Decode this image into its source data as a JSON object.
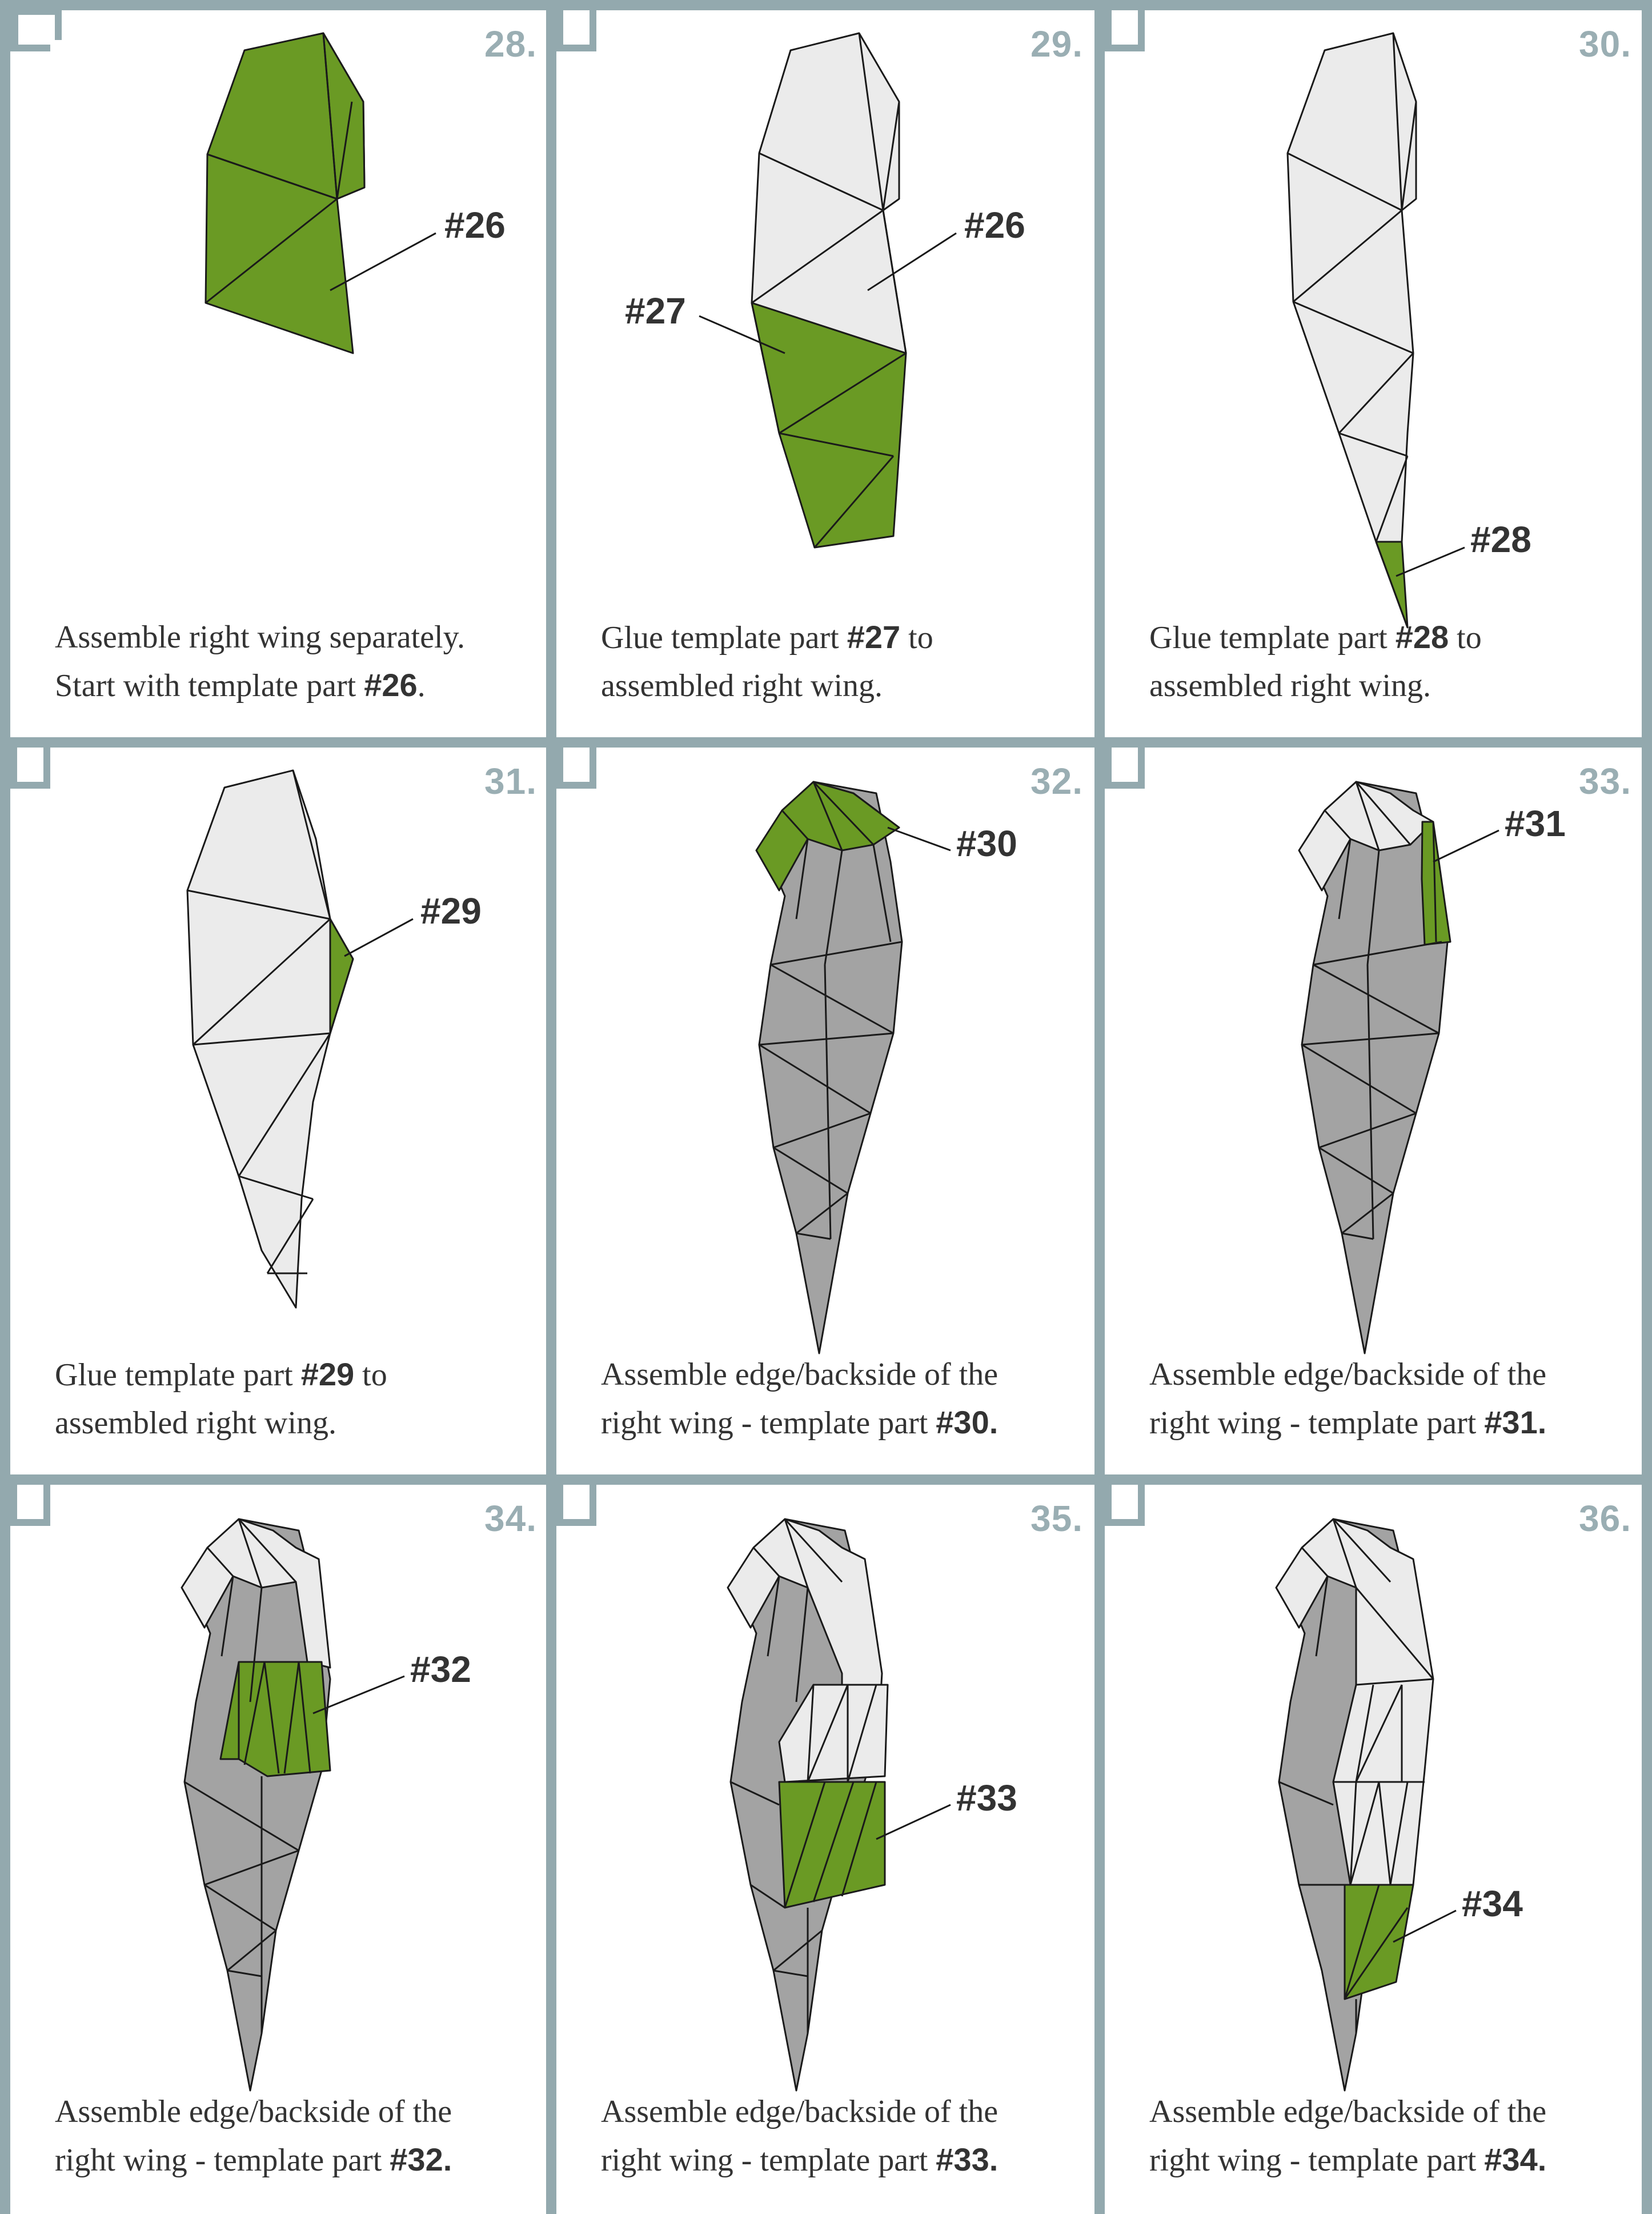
{
  "colors": {
    "frame": "#93a9ae",
    "green": "#6a9a24",
    "light_part": "#ebebeb",
    "dark_part": "#a3a3a3",
    "text": "#333333"
  },
  "steps": [
    {
      "number": "28.",
      "line1": "Assemble right wing separately.",
      "line2_pre": "Start with template part ",
      "line2_bold": "#26",
      "line2_post": ".",
      "callouts": [
        "#26"
      ]
    },
    {
      "number": "29.",
      "line1_pre": "Glue template part ",
      "line1_bold": "#27",
      "line1_post": " to",
      "line2": "assembled right wing.",
      "callouts": [
        "#27",
        "#26"
      ]
    },
    {
      "number": "30.",
      "line1_pre": "Glue template part ",
      "line1_bold": "#28",
      "line1_post": " to",
      "line2": "assembled right wing.",
      "callouts": [
        "#28"
      ]
    },
    {
      "number": "31.",
      "line1_pre": "Glue template part ",
      "line1_bold": "#29",
      "line1_post": " to",
      "line2": "assembled right wing.",
      "callouts": [
        "#29"
      ]
    },
    {
      "number": "32.",
      "line1": "Assemble edge/backside of the",
      "line2_pre": "right wing - template part ",
      "line2_bold": "#30.",
      "callouts": [
        "#30"
      ]
    },
    {
      "number": "33.",
      "line1": "Assemble edge/backside of the",
      "line2_pre": "right wing - template part ",
      "line2_bold": "#31.",
      "callouts": [
        "#31"
      ]
    },
    {
      "number": "34.",
      "line1": "Assemble edge/backside of the",
      "line2_pre": "right wing - template part ",
      "line2_bold": "#32.",
      "callouts": [
        "#32"
      ]
    },
    {
      "number": "35.",
      "line1": "Assemble edge/backside of the",
      "line2_pre": "right wing - template part ",
      "line2_bold": "#33.",
      "callouts": [
        "#33"
      ]
    },
    {
      "number": "36.",
      "line1": "Assemble edge/backside of the",
      "line2_pre": "right wing - template part ",
      "line2_bold": "#34.",
      "callouts": [
        "#34"
      ]
    }
  ]
}
